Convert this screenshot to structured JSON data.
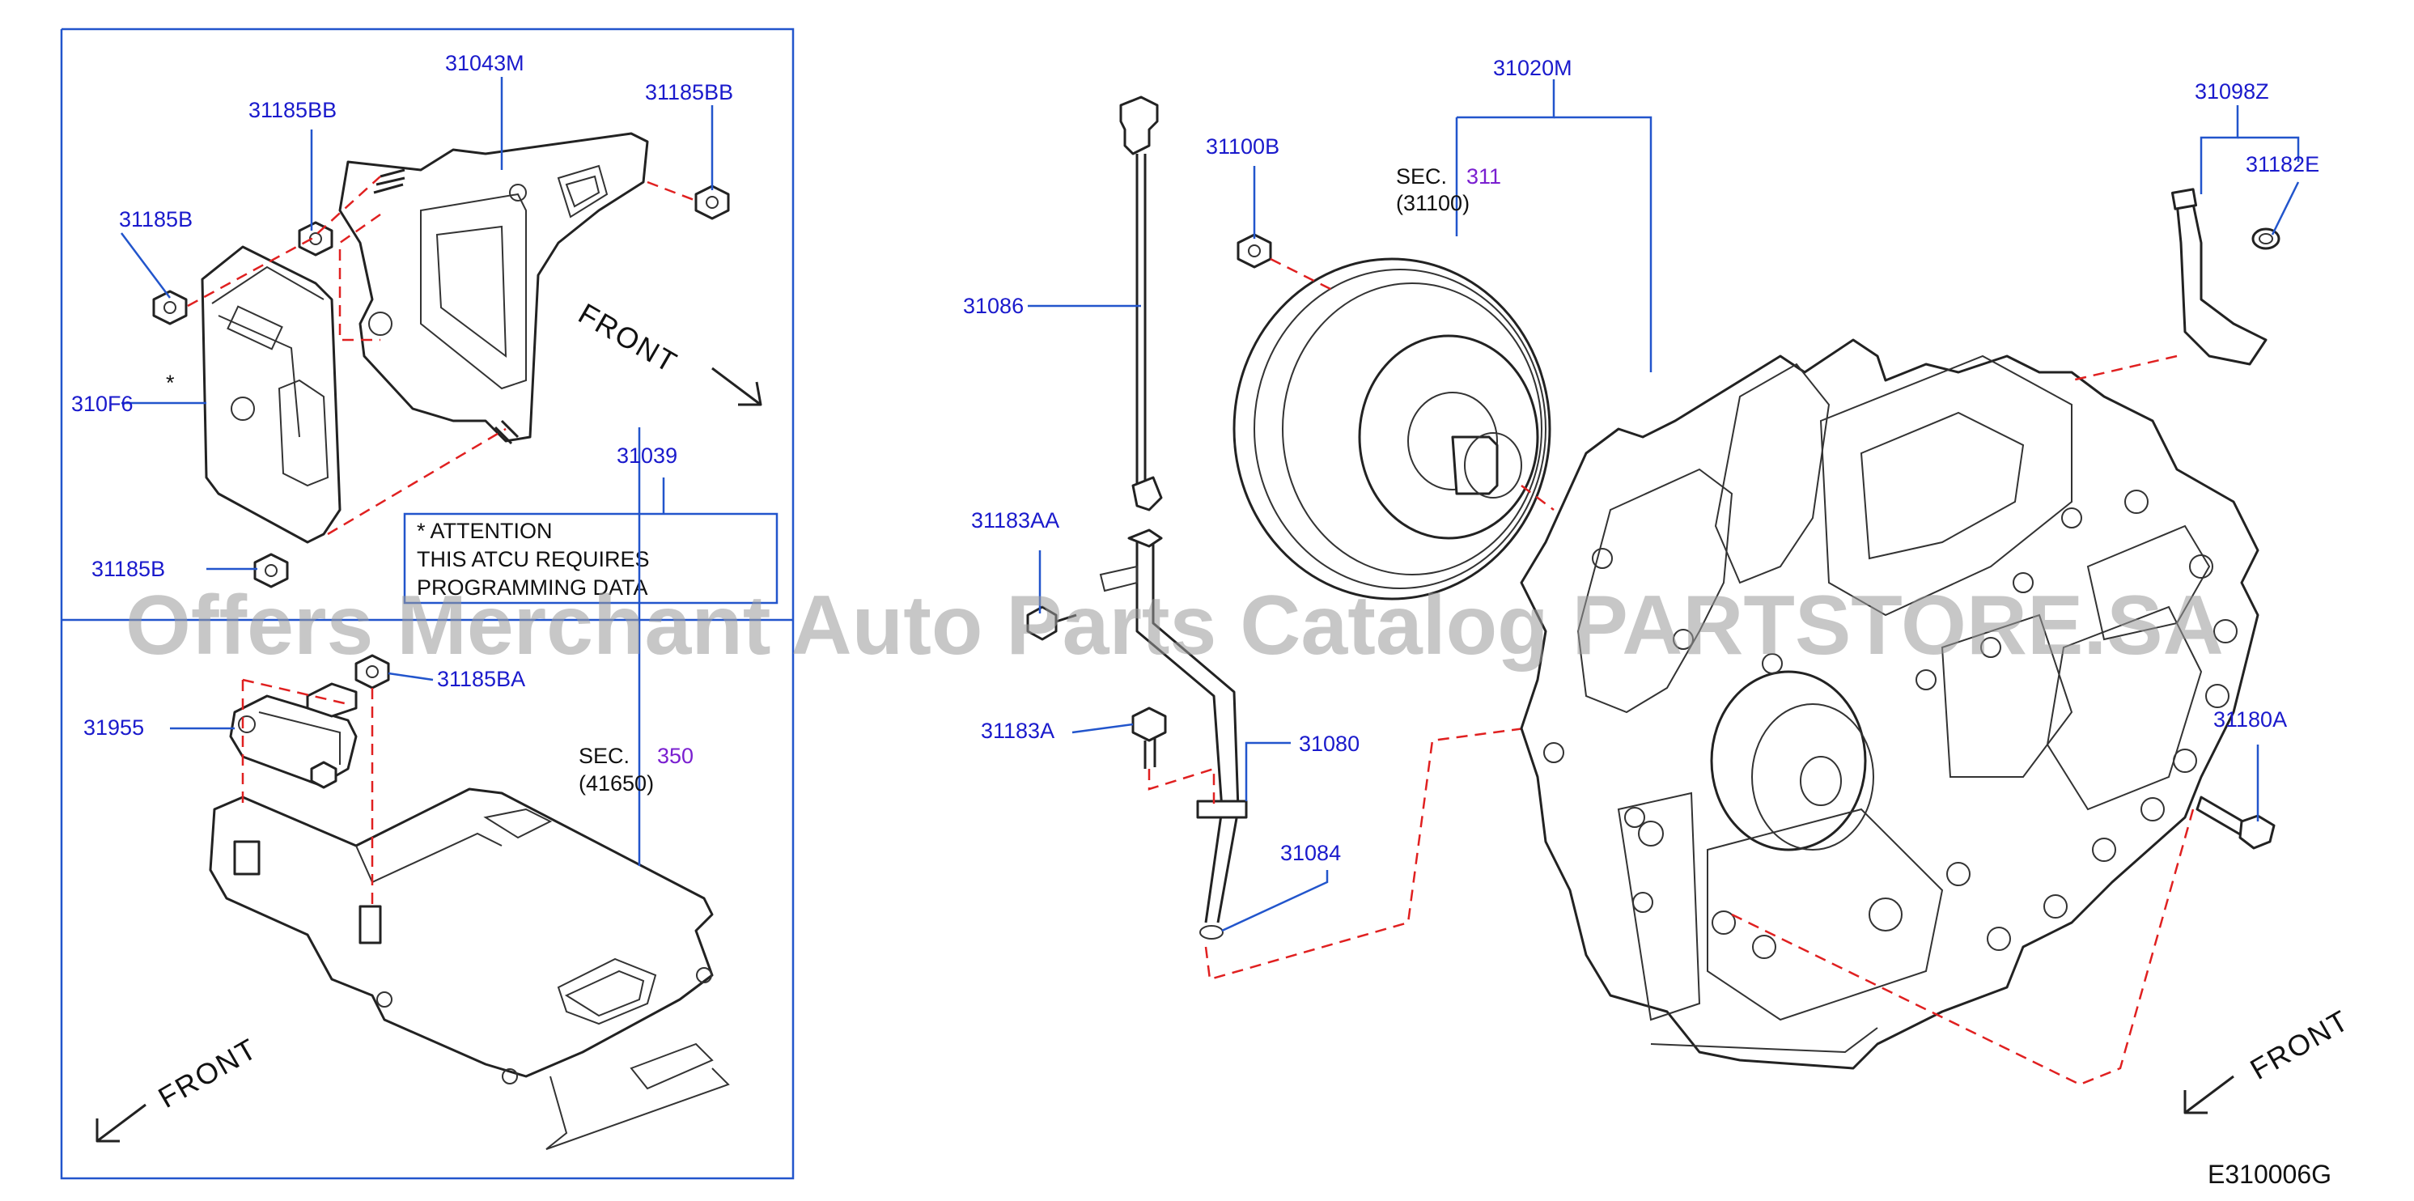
{
  "labels": {
    "p31043M": "31043M",
    "p31185BB_1": "31185BB",
    "p31185BB_2": "31185BB",
    "p31185B_1": "31185B",
    "p310F6": "310F6",
    "p31039": "31039",
    "p31185B_2": "31185B",
    "p31955": "31955",
    "p31185BA": "31185BA",
    "p31086": "31086",
    "p31100B": "31100B",
    "p31020M": "31020M",
    "p31098Z": "31098Z",
    "p31182E": "31182E",
    "p31183AA": "31183AA",
    "p31183A": "31183A",
    "p31080": "31080",
    "p31084": "31084",
    "p31180A": "31180A"
  },
  "sec311": {
    "prefix": "SEC.",
    "num": "311",
    "sub": "(31100)"
  },
  "sec350": {
    "prefix": "SEC.",
    "num": "350",
    "sub": "(41650)"
  },
  "asterisk": "*",
  "attention": {
    "line1": "*   ATTENTION",
    "line2": "THIS   ATCU   REQUIRES",
    "line3": "PROGRAMMING   DATA"
  },
  "front_label": "FRONT",
  "diagram_code": "E310006G",
  "watermark": "Offers Merchant Auto Parts Catalog PARTSTORE.SA",
  "colors": {
    "part_number": "#1a1acc",
    "section_number": "#7a1fd0",
    "dashed_line": "#e02020",
    "frame": "#2255cc"
  }
}
